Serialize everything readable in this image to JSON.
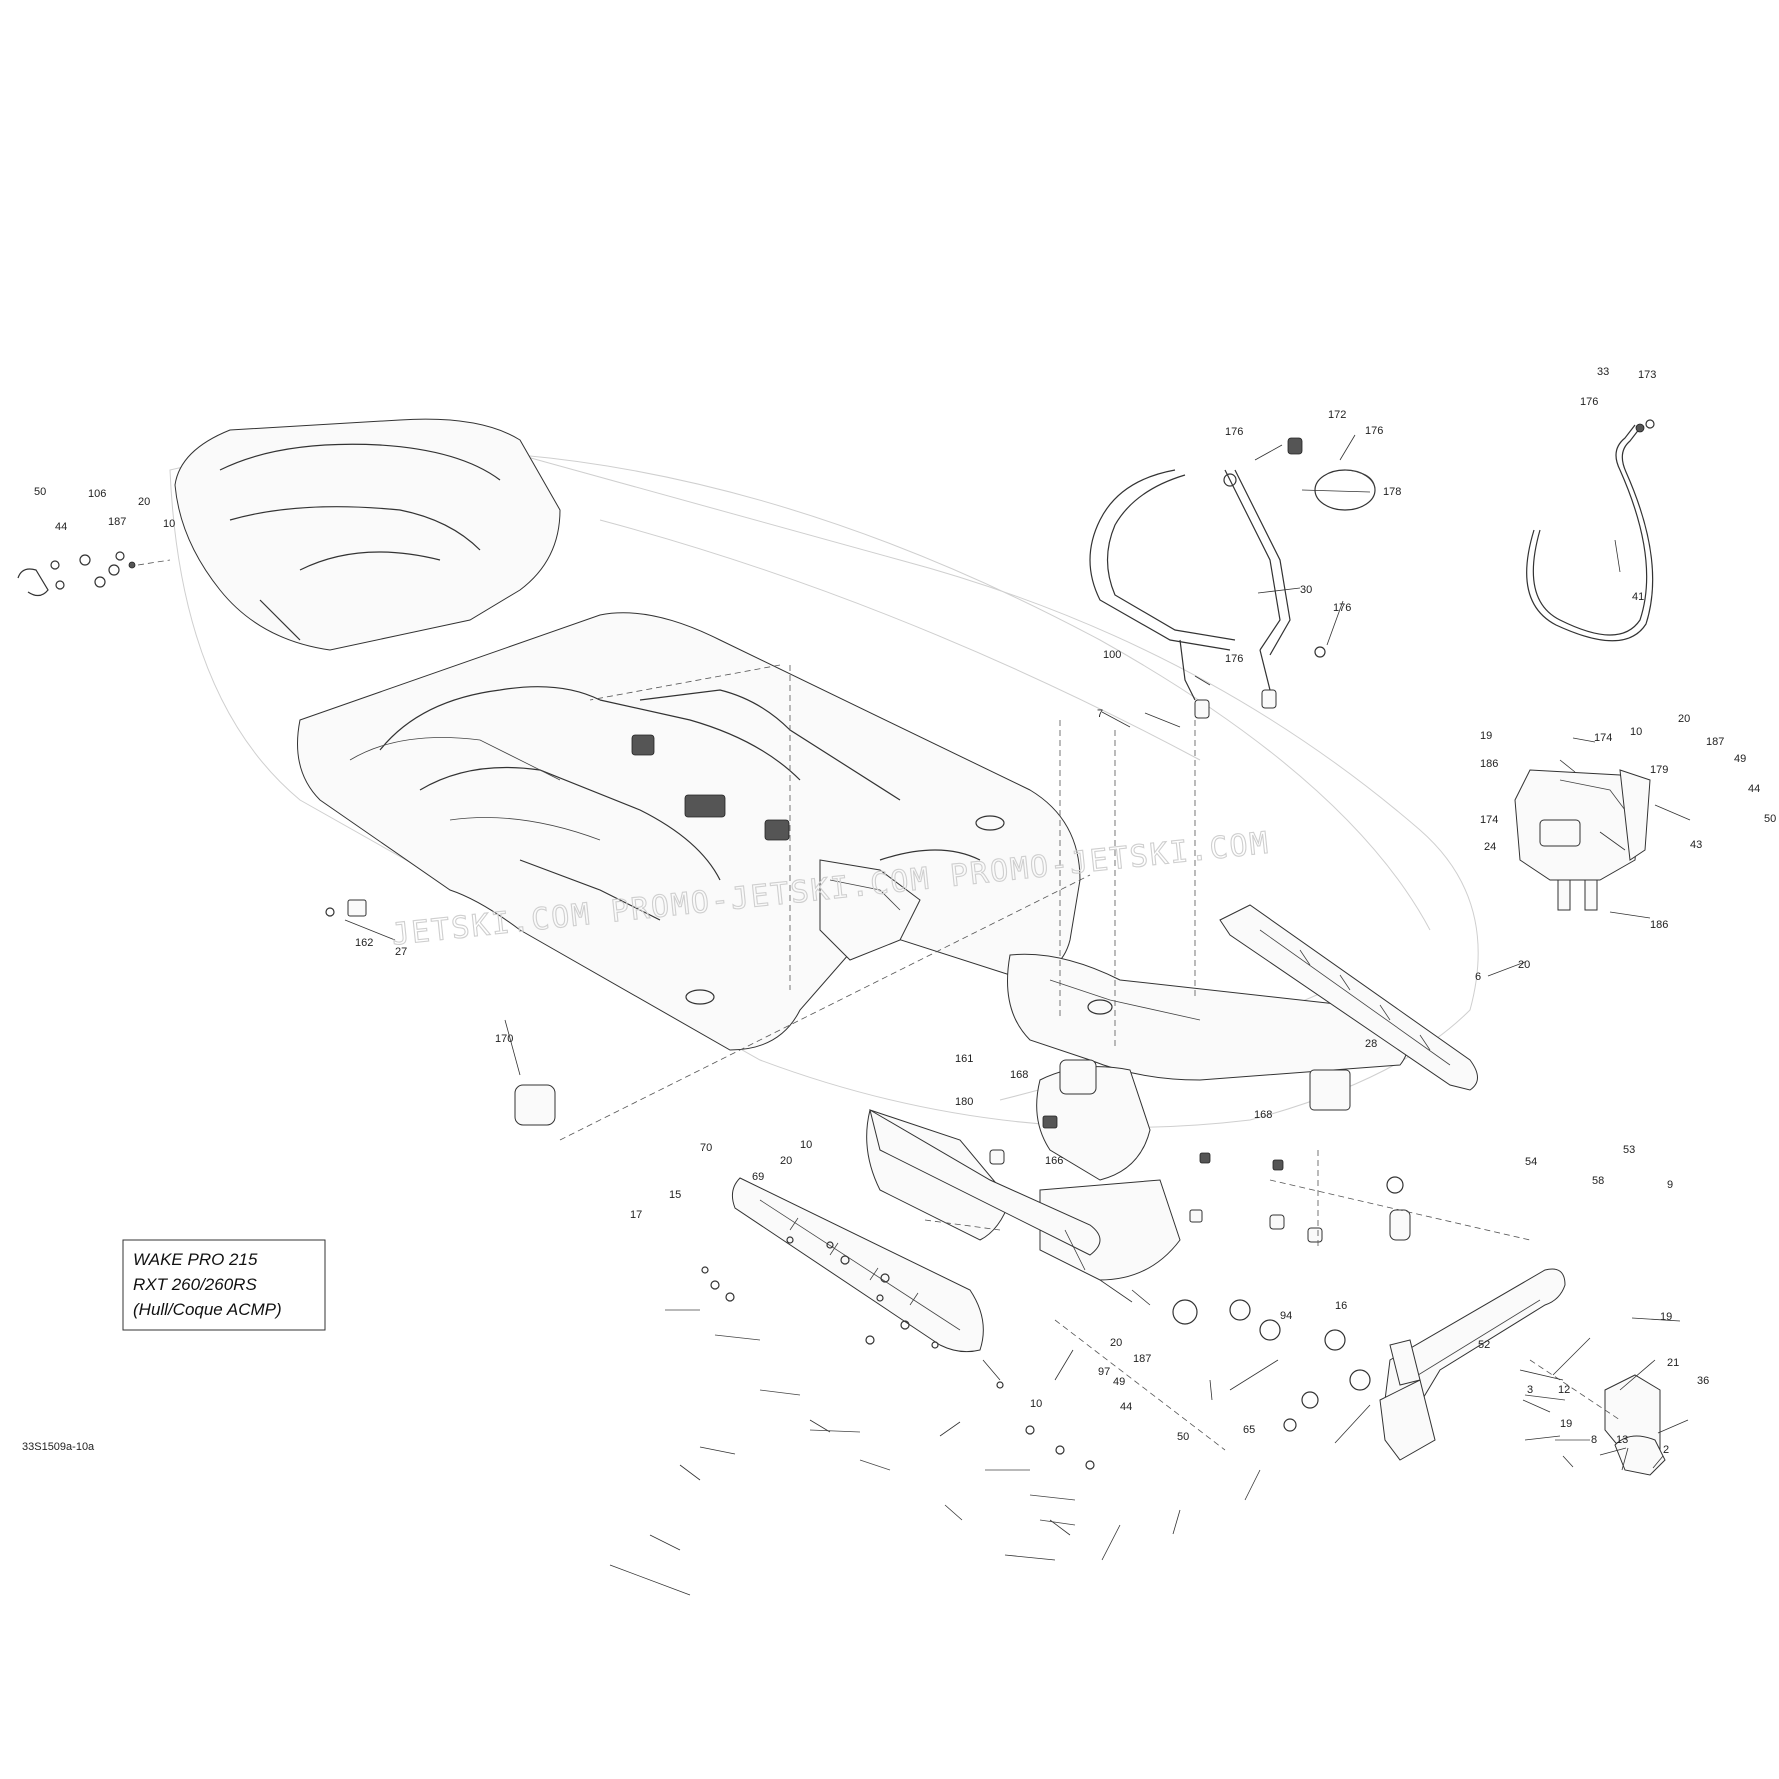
{
  "model_box": {
    "line1": "WAKE PRO 215",
    "line2": "RXT 260/260RS",
    "line3": "(Hull/Coque ACMP)"
  },
  "reference_code": "33S1509a-10a",
  "watermark": {
    "text": "JETSKI.COM  PROMO-JETSKI.COM  PROMO-JETSKI.COM"
  },
  "callouts": [
    "50",
    "44",
    "106",
    "187",
    "20",
    "10",
    "162",
    "27",
    "170",
    "100",
    "176",
    "172",
    "176",
    "178",
    "30",
    "176",
    "176",
    "7",
    "33",
    "173",
    "176",
    "41",
    "19",
    "174",
    "10",
    "20",
    "186",
    "179",
    "187",
    "49",
    "44",
    "50",
    "174",
    "24",
    "43",
    "186",
    "6",
    "20",
    "28",
    "161",
    "168",
    "180",
    "166",
    "168",
    "70",
    "69",
    "20",
    "10",
    "15",
    "17",
    "54",
    "58",
    "53",
    "9",
    "16",
    "94",
    "19",
    "52",
    "3",
    "12",
    "97",
    "21",
    "36",
    "8",
    "13",
    "2",
    "19",
    "20",
    "187",
    "49",
    "44",
    "50",
    "10",
    "65"
  ]
}
